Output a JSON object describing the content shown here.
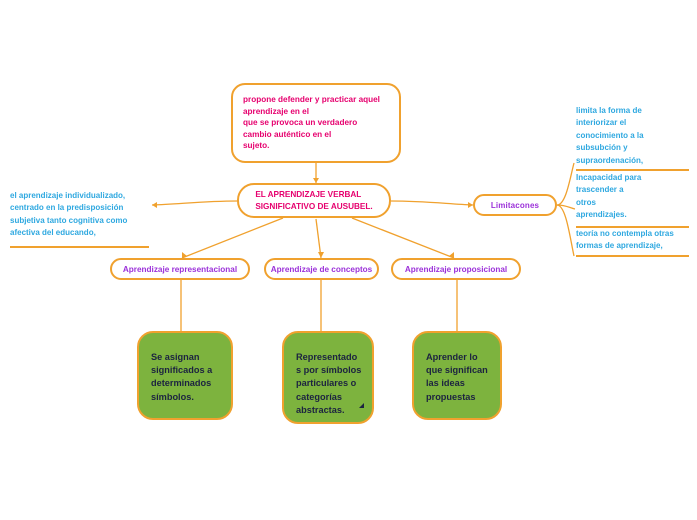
{
  "diagram": {
    "type": "mind-map",
    "palette": {
      "connector": "#F0A12E",
      "node_border": "#F0A12E",
      "magenta_text": "#E6006E",
      "purple_text": "#9B30D9",
      "blue_text": "#2EA8E0",
      "leaf_fill": "#7DB33E",
      "leaf_text": "#1C2340",
      "background": "#FFFFFF"
    },
    "center": {
      "label": "EL APRENDIZAJE VERBAL\nSIGNIFICATIVO DE AUSUBEL."
    },
    "top_node": {
      "label": "propone defender y practicar aquel\naprendizaje en el\n que se provoca un verdadero\ncambio auténtico en el\nsujeto."
    },
    "left_note": {
      "label": "el aprendizaje individualizado,\ncentrado en la predisposición\nsubjetiva tanto cognitiva como\nafectiva del educando,"
    },
    "limitations": {
      "label": "Limitacones",
      "notes": [
        {
          "label": "limita la forma de\ninteriorizar el\nconocimiento a la\nsubsubción y\nsupraordenación,"
        },
        {
          "label": "Incapacidad para\ntrascender  a\notros\naprendizajes."
        },
        {
          "label": "teoría no contempla otras\nformas de aprendizaje,"
        }
      ]
    },
    "branches": [
      {
        "label": "Aprendizaje representacional",
        "leaf": "Se asignan\nsignificados a\ndeterminados\nsímbolos."
      },
      {
        "label": "Aprendizaje de conceptos",
        "leaf": "Representado\ns por símbolos\nparticulares o\ncategorías\nabstractas."
      },
      {
        "label": "Aprendizaje proposicional",
        "leaf": "Aprender lo\nque significan\nlas ideas\npropuestas"
      }
    ]
  }
}
